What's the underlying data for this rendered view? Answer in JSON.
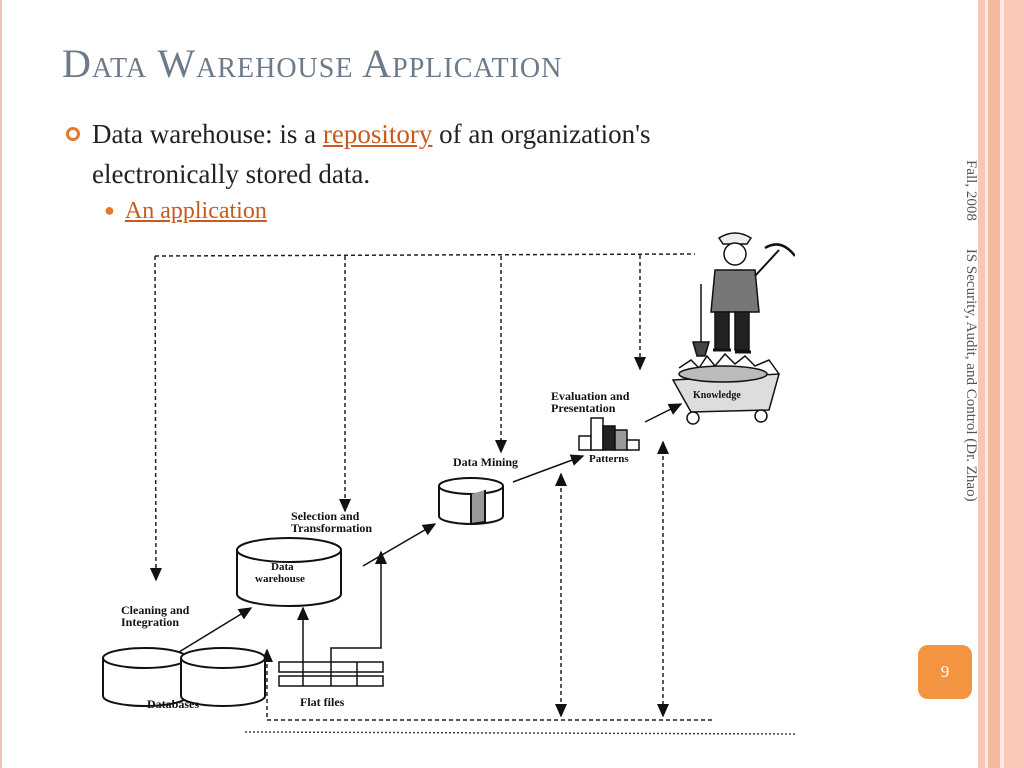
{
  "slide": {
    "title": "Data Warehouse Application",
    "bullet1": {
      "before": "Data warehouse: is a ",
      "link": "repository",
      "after": " of an organization's electronically stored data."
    },
    "bullet2": "An application",
    "footer_date": "Fall, 2008",
    "footer_course": "IS Security, Audit, and Control (Dr. Zhao)",
    "page_number": "9"
  },
  "diagram": {
    "databases": "Databases",
    "flat_files": "Flat files",
    "cleaning_line1": "Cleaning and",
    "cleaning_line2": "Integration",
    "warehouse_line1": "Data",
    "warehouse_line2": "warehouse",
    "selection_line1": "Selection and",
    "selection_line2": "Transformation",
    "data_mining": "Data Mining",
    "patterns": "Patterns",
    "evaluation_line1": "Evaluation and",
    "evaluation_line2": "Presentation",
    "knowledge": "Knowledge"
  },
  "colors": {
    "accent": "#e8762c",
    "title": "#6c7b8b",
    "link": "#c75b1f",
    "badge": "#f39441"
  }
}
